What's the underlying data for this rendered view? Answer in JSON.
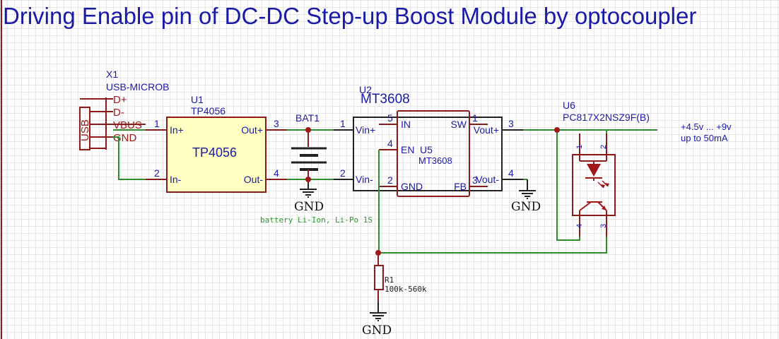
{
  "title": "Driving Enable pin of DC-DC Step-up Boost Module by optocoupler",
  "usb": {
    "ref": "X1",
    "value": "USB-MICROB",
    "connector_label": "USB",
    "pins": [
      "D+",
      "D-",
      "VBUS",
      "GND"
    ]
  },
  "u1": {
    "ref": "U1",
    "value": "TP4056",
    "body_label": "TP4056",
    "pin_in_plus": "In+",
    "pin_in_minus": "In-",
    "pin_out_plus": "Out+",
    "pin_out_minus": "Out-",
    "num_in_plus": "1",
    "num_in_minus": "2",
    "num_out_plus": "3",
    "num_out_minus": "4"
  },
  "bat1": {
    "ref": "BAT1",
    "note": "battery Li-Ion, Li-Po 1S",
    "gnd": "GND"
  },
  "u2": {
    "ref": "U2",
    "value": "MT3608",
    "pin_vin_plus": "Vin+",
    "pin_vin_minus": "Vin-",
    "pin_vout_plus": "Vout+",
    "pin_vout_minus": "Vout-",
    "num_vin_plus": "1",
    "num_vin_minus": "2",
    "num_vout_plus": "3",
    "num_vout_minus": "4",
    "gnd": "GND"
  },
  "u5": {
    "ref": "U5",
    "value": "MT3608",
    "pin_in": "IN",
    "pin_en": "EN",
    "pin_gnd": "GND",
    "pin_sw": "SW",
    "pin_fb": "FB",
    "num_in": "5",
    "num_en": "4",
    "num_gnd": "2",
    "num_sw": "1",
    "num_fb": "3"
  },
  "u6": {
    "ref": "U6",
    "value": "PC817X2NSZ9F(B)",
    "pin1": "1",
    "pin2": "2",
    "pin3": "3",
    "pin4": "4"
  },
  "output_note": {
    "line1": "+4.5v ... +9v",
    "line2": "up to 50mA"
  },
  "r1": {
    "ref": "R1",
    "value": "100k-560k",
    "gnd": "GND"
  },
  "colors": {
    "wire": "#2e8b2e",
    "pin": "#8b1a1a",
    "component_fill": "#ffffc2",
    "text": "#1a1aa6"
  }
}
